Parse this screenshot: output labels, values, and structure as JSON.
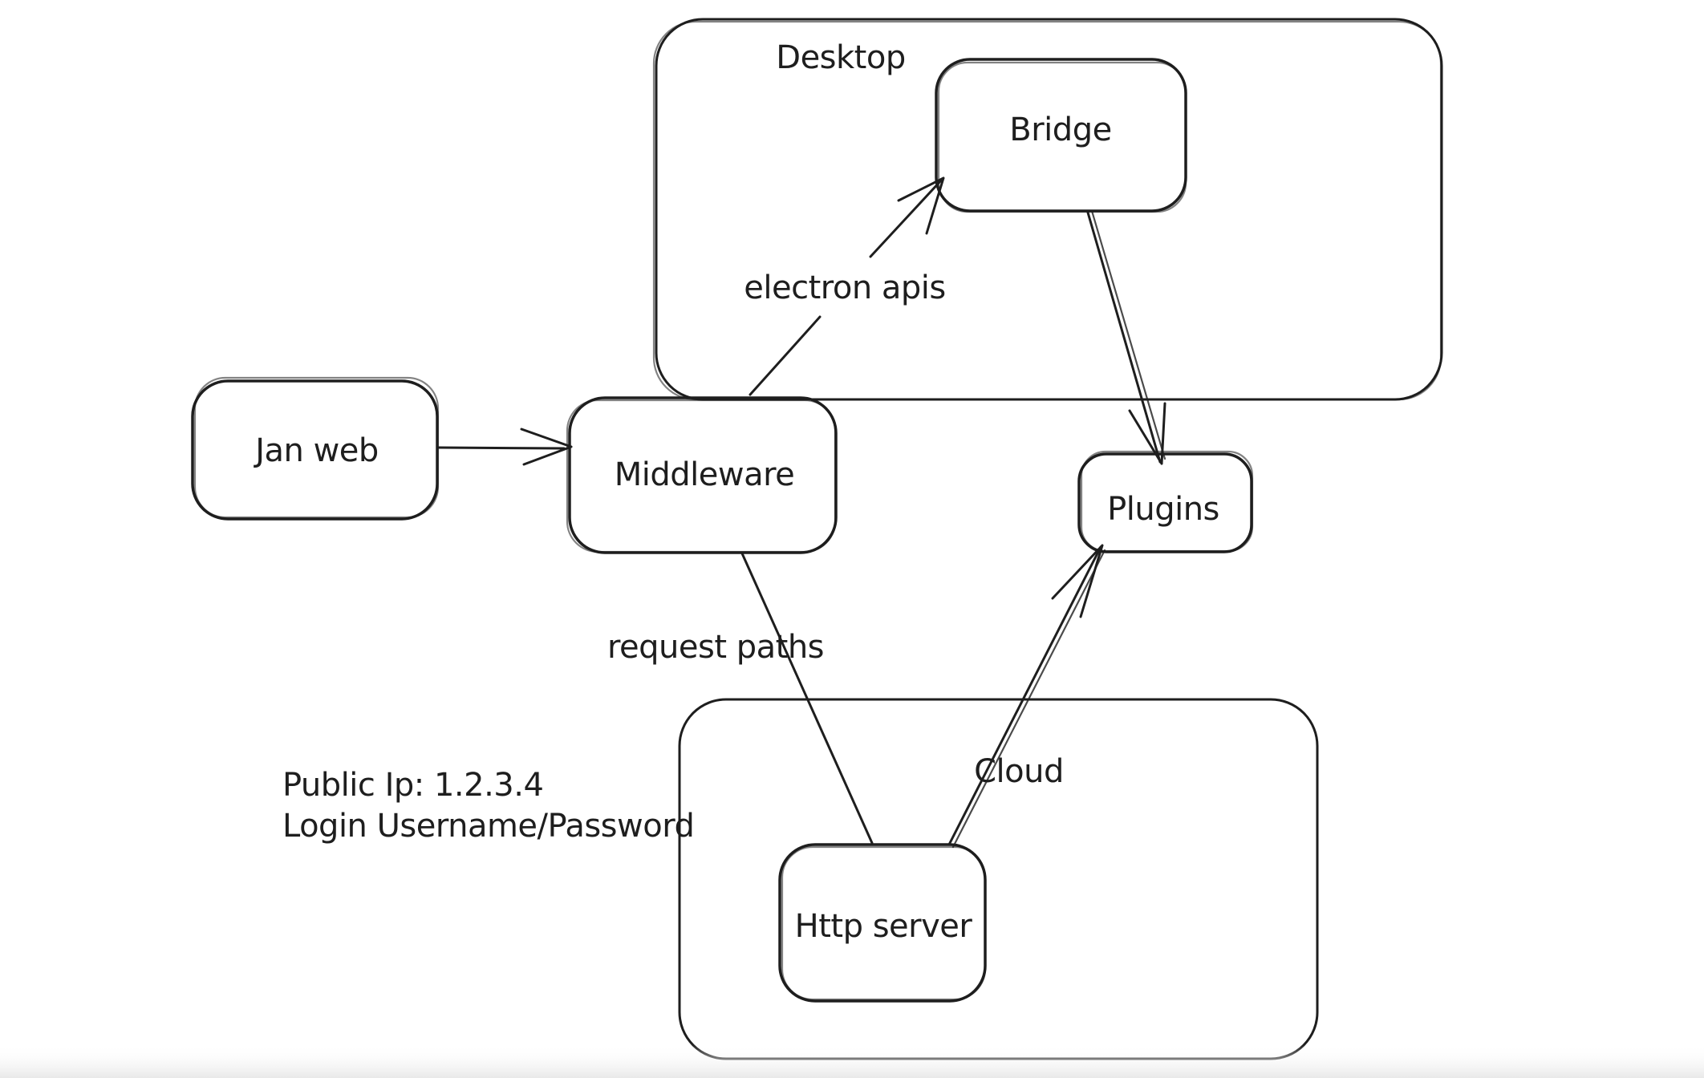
{
  "diagram": {
    "background": "#ffffff",
    "stroke": "#1e1e1e",
    "containers": [
      {
        "id": "desktop",
        "label": "Desktop"
      },
      {
        "id": "cloud",
        "label": "Cloud"
      }
    ],
    "nodes": [
      {
        "id": "jan-web",
        "label": "Jan web"
      },
      {
        "id": "middleware",
        "label": "Middleware"
      },
      {
        "id": "bridge",
        "label": "Bridge"
      },
      {
        "id": "plugins",
        "label": "Plugins"
      },
      {
        "id": "http-server",
        "label": "Http server"
      }
    ],
    "edges": [
      {
        "from": "jan-web",
        "to": "middleware",
        "label": ""
      },
      {
        "from": "middleware",
        "to": "bridge",
        "label": "electron apis"
      },
      {
        "from": "bridge",
        "to": "plugins",
        "label": ""
      },
      {
        "from": "middleware",
        "to": "http-server",
        "label": "request paths"
      },
      {
        "from": "http-server",
        "to": "plugins",
        "label": ""
      }
    ],
    "annotations": [
      {
        "text": "Public Ip: 1.2.3.4"
      },
      {
        "text": "Login Username/Password"
      }
    ]
  }
}
